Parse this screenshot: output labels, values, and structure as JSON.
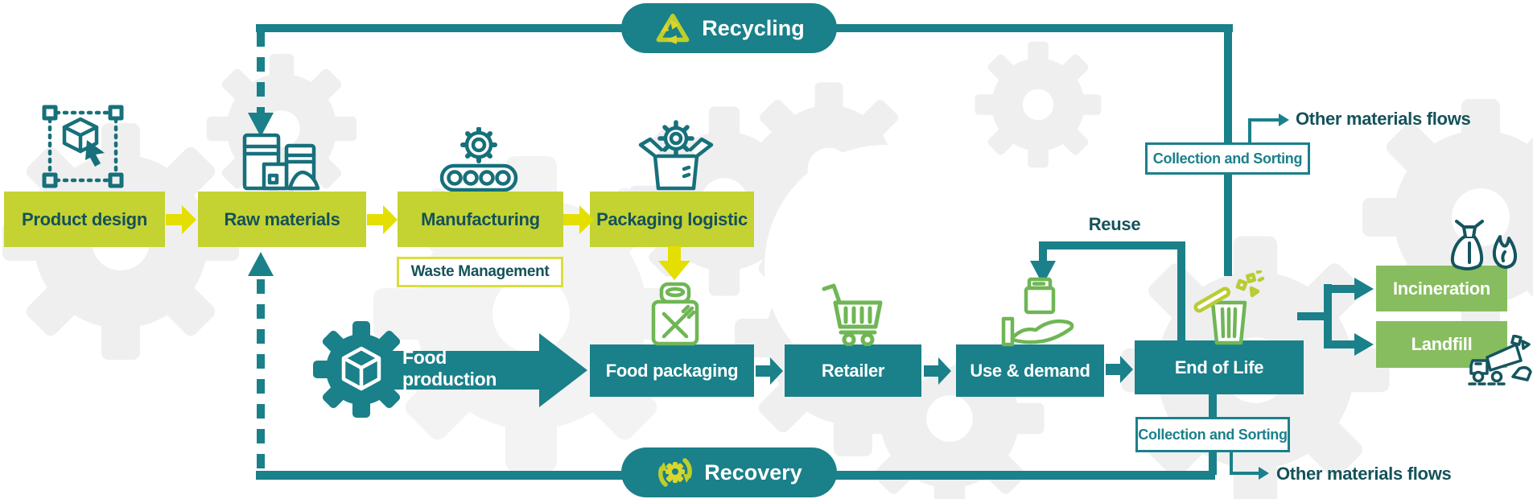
{
  "diagram": {
    "pills": {
      "recycling": "Recycling",
      "recovery": "Recovery"
    },
    "design_chain": {
      "product_design": "Product design",
      "raw_materials": "Raw materials",
      "manufacturing": "Manufacturing",
      "packaging_logistic": "Packaging logistic",
      "waste_management": "Waste Management"
    },
    "food_chain": {
      "food_production": "Food production",
      "food_packaging": "Food packaging",
      "retailer": "Retailer",
      "use_demand": "Use & demand",
      "end_of_life": "End of Life"
    },
    "end_routes": {
      "incineration": "Incineration",
      "landfill": "Landfill"
    },
    "labels": {
      "reuse": "Reuse",
      "collection_sorting_top": "Collection and Sorting",
      "collection_sorting_bottom": "Collection and Sorting",
      "other_materials_top": "Other materials flows",
      "other_materials_bottom": "Other materials flows"
    },
    "icons": [
      "product-design-icon",
      "factory-icon",
      "manufacturing-icon",
      "packaging-logistic-icon",
      "recycling-icon",
      "recovery-icon",
      "food-production-gear-icon",
      "food-packaging-icon",
      "shopping-cart-icon",
      "hand-package-icon",
      "trash-bin-icon",
      "incineration-bag-flame-icon",
      "landfill-truck-icon"
    ],
    "colors": {
      "teal": "#1A808A",
      "dark_teal_text": "#14525A",
      "lime": "#C4D232",
      "yellow": "#E4DF00",
      "light_green": "#87BD5F",
      "icon_green": "#6FB655",
      "icon_dark_teal": "#14555E",
      "background_gear_gray": "#EFEFEF"
    }
  }
}
